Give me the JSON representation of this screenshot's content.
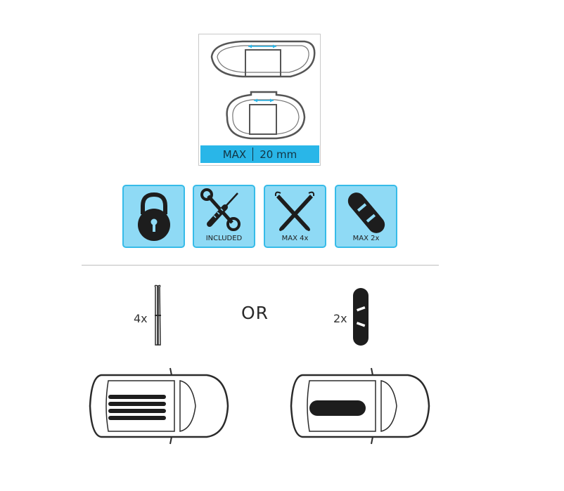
{
  "profile": {
    "max_label": "MAX",
    "max_value": "20 mm"
  },
  "features": [
    {
      "icon": "padlock-icon",
      "label": ""
    },
    {
      "icon": "tools-icon",
      "label": "INCLUDED"
    },
    {
      "icon": "skis-icon",
      "label": "MAX 4x"
    },
    {
      "icon": "snowboard-icon",
      "label": "MAX 2x"
    }
  ],
  "options": {
    "skis_qty": "4x",
    "or_label": "OR",
    "snowboard_qty": "2x"
  },
  "colors": {
    "accent": "#29b6e8",
    "card_fill": "#8fdaf5",
    "card_border": "#36bbe8",
    "stroke": "#2b2b2b"
  }
}
